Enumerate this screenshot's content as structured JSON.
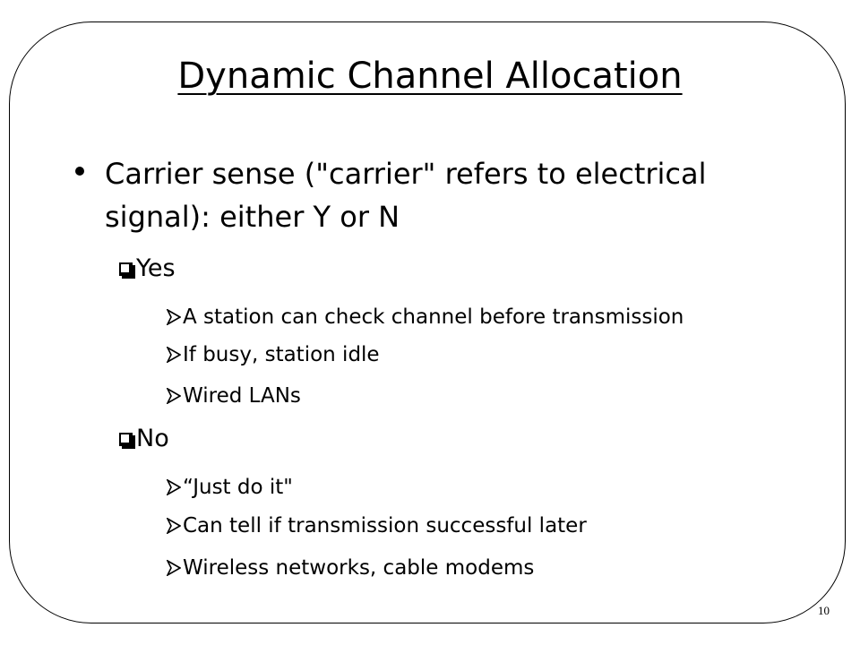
{
  "slide": {
    "title": "Dynamic Channel Allocation",
    "main_bullet": "Carrier sense (\"carrier\" refers to electrical signal): either Y or N",
    "sections": [
      {
        "label": "Yes",
        "items": [
          "A station can check channel before transmission",
          "If busy, station idle",
          "Wired LANs"
        ]
      },
      {
        "label": "No",
        "items": [
          "“Just do it\"",
          "Can tell if transmission successful later",
          "Wireless networks, cable modems"
        ]
      }
    ],
    "page_number": "10"
  }
}
